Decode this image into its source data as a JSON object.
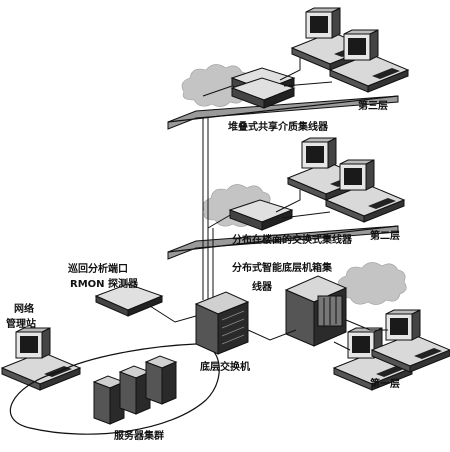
{
  "labels": {
    "floor3": "第三层",
    "floor2": "第二层",
    "floor1": "第一层",
    "stacked_hub": "堆叠式共享介质集线器",
    "floor_switch_hub": "分布在楼面的交换式集线器",
    "smart_chassis_line1": "分布式智能底层机箱集",
    "smart_chassis_line2": "线器",
    "rmon_line1": "巡回分析端口",
    "rmon_line2": "RMON 探测器",
    "mgmt_line1": "网络",
    "mgmt_line2": "管理站",
    "base_switch": "底层交换机",
    "server_cluster": "服务器集群"
  },
  "colors": {
    "ink": "#111111",
    "shadow": "#2a2a2a",
    "mid": "#8c8c8c",
    "light": "#d9d9d9",
    "cloud": "#bdbdbd"
  }
}
